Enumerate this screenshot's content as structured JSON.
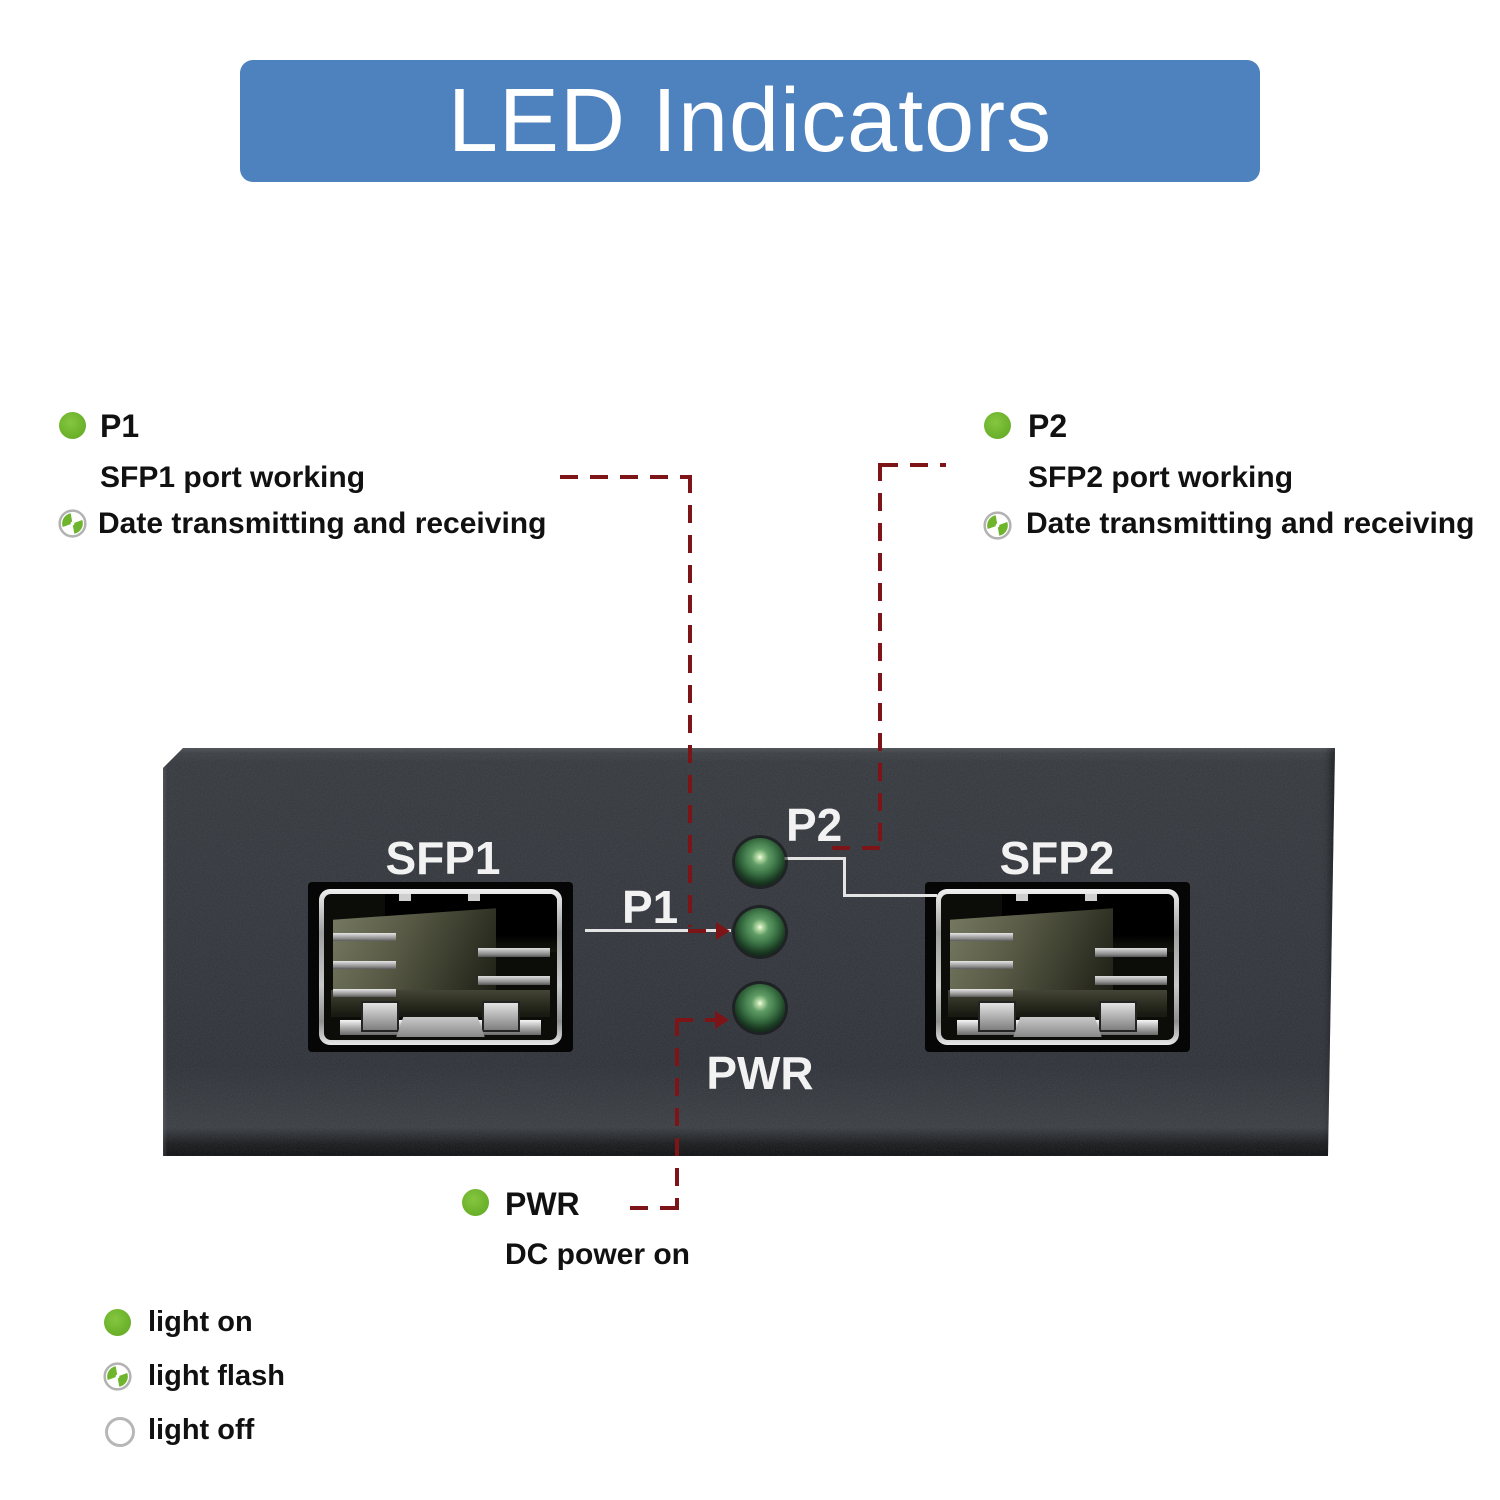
{
  "header": {
    "title": "LED Indicators"
  },
  "annotations": {
    "p1": {
      "label": "P1",
      "desc_on": "SFP1 port working",
      "desc_flash": "Date transmitting and receiving"
    },
    "p2": {
      "label": "P2",
      "desc_on": "SFP2 port working",
      "desc_flash": "Date transmitting and receiving"
    },
    "pwr": {
      "label": "PWR",
      "desc_on": "DC power on"
    }
  },
  "device": {
    "sfp1_label": "SFP1",
    "sfp2_label": "SFP2",
    "led_p2_label": "P2",
    "led_p1_label": "P1",
    "led_pwr_label": "PWR"
  },
  "legend": {
    "items": [
      {
        "icon": "light-on-icon",
        "label": "light on"
      },
      {
        "icon": "light-flash-icon",
        "label": "light flash"
      },
      {
        "icon": "light-off-icon",
        "label": "light off"
      }
    ]
  },
  "colors": {
    "header_blue": "#4e82be",
    "indicator_green": "#6fb42d",
    "led_green": "#2f6b3a",
    "dashed_red": "#7d1518",
    "connector_white": "#e4e4e4",
    "plate_dark": "#30343a"
  }
}
